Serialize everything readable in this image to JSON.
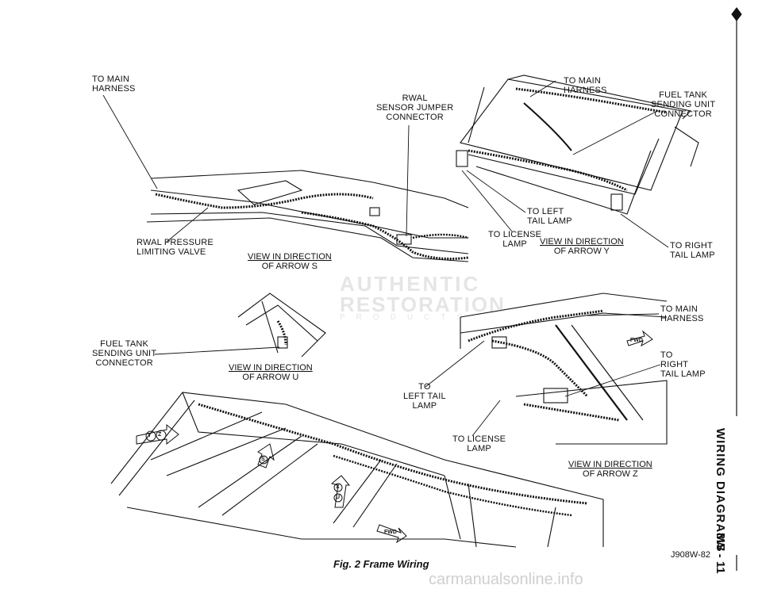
{
  "figure": {
    "caption": "Fig. 2 Frame Wiring",
    "code": "J908W-82"
  },
  "labels": {
    "to_main_harness_left": [
      "TO MAIN",
      "HARNESS"
    ],
    "rwal_sensor_jumper": [
      "RWAL",
      "SENSOR JUMPER",
      "CONNECTOR"
    ],
    "to_main_harness_top": [
      "TO MAIN",
      "HARNESS"
    ],
    "fuel_tank_top": [
      "FUEL TANK",
      "SENDING UNIT",
      "CONNECTOR"
    ],
    "rwal_pressure": [
      "RWAL PRESSURE",
      "LIMITING VALVE"
    ],
    "to_left_tail_y": [
      "TO LEFT",
      "TAIL LAMP"
    ],
    "to_license_y": [
      "TO LICENSE",
      "LAMP"
    ],
    "to_right_tail_y": [
      "TO RIGHT",
      "TAIL LAMP"
    ],
    "fuel_tank_left": [
      "FUEL TANK",
      "SENDING UNIT",
      "CONNECTOR"
    ],
    "to_main_harness_z": [
      "TO MAIN",
      "HARNESS"
    ],
    "to_right_tail_z": [
      "TO",
      "RIGHT",
      "TAIL LAMP"
    ],
    "to_left_tail_z": [
      "TO",
      "LEFT TAIL",
      "LAMP"
    ],
    "to_license_z": [
      "TO LICENSE",
      "LAMP"
    ]
  },
  "views": {
    "s": [
      "VIEW IN DIRECTION",
      "OF ARROW S"
    ],
    "y": [
      "VIEW IN DIRECTION",
      "OF ARROW Y"
    ],
    "u": [
      "VIEW IN DIRECTION",
      "OF ARROW U"
    ],
    "z": [
      "VIEW IN DIRECTION",
      "OF ARROW Z"
    ]
  },
  "arrows": {
    "yz": [
      "Y",
      "Z"
    ],
    "s": "S",
    "xu": [
      "X",
      "U"
    ],
    "fwd": "FWD"
  },
  "side_tab": {
    "title": "WIRING DIAGRAMS",
    "page": "8W - 11"
  },
  "watermark": {
    "line1": "AUTHENTIC",
    "line2": "RESTORATION",
    "line3": "PRODUCTS"
  },
  "footer": "carmanualsonline.info"
}
